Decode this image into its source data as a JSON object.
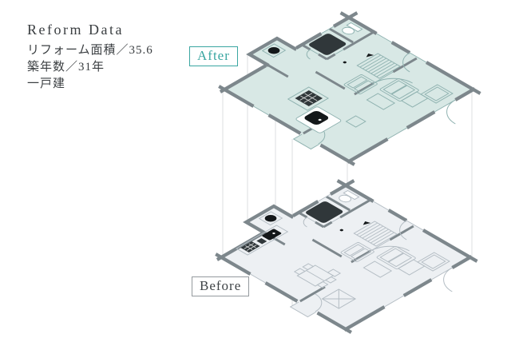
{
  "info_panel": {
    "title": "Reform Data",
    "area_line": "リフォーム面積／35.6",
    "age_line": "築年数／31年",
    "type_line": "一戸建"
  },
  "badges": {
    "after": "After",
    "before": "Before"
  },
  "diagram": {
    "type": "before-after-isometric-floorplans",
    "fixtures": [
      "bathtub",
      "toilet",
      "washing-machine",
      "stairs",
      "kitchen-sink",
      "stove",
      "sofa-set",
      "low-table",
      "dining-table",
      "entrance-porch"
    ]
  },
  "colors": {
    "accent_teal": "#3aa6a1",
    "before_border": "#949a9e",
    "before_text": "#3e4346",
    "text": "#3a3e41",
    "wall_gray": "#7d878c",
    "floor_after": "#d8e8e5",
    "floor_before": "#edf0f3",
    "line_after": "#8fb2b0",
    "line_before": "#b4bdc4",
    "fixture_dark": "#30373a",
    "projection_line": "#dcdfe0"
  }
}
